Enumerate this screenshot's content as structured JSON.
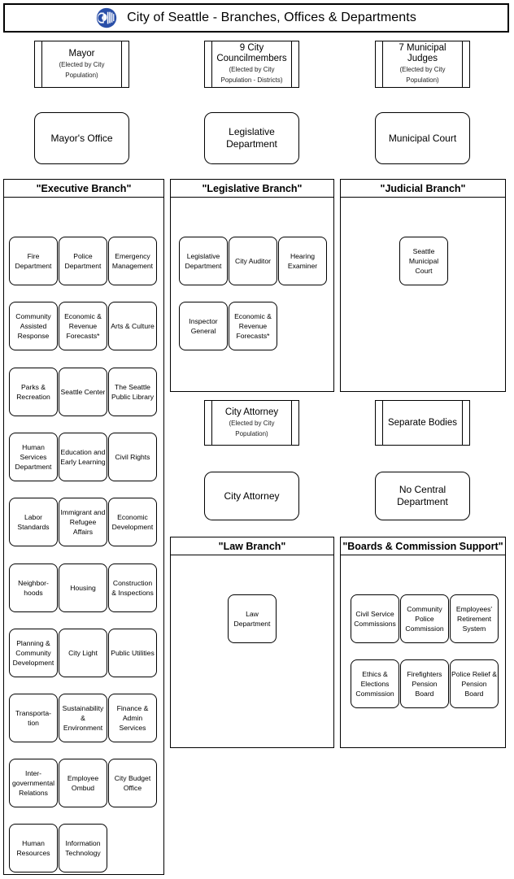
{
  "header": {
    "logo_icon": "seattle-city-seal-icon",
    "title": "City of Seattle - Branches, Offices & Departments",
    "logo_color": "#2a4fa8"
  },
  "elected_row": [
    {
      "name": "mayor",
      "title": "Mayor",
      "sub_line1": "(Elected by City",
      "sub_line2": "Population)"
    },
    {
      "name": "city-councilmembers",
      "title": "9 City Councilmembers",
      "sub_line1": "(Elected by City",
      "sub_line2": "Population - Districts)"
    },
    {
      "name": "municipal-judges",
      "title": "7 Municipal Judges",
      "sub_line1": "(Elected by City",
      "sub_line2": "Population)"
    }
  ],
  "office_row": [
    {
      "name": "mayors-office",
      "label": "Mayor's Office"
    },
    {
      "name": "legislative-department",
      "label": "Legislative Department"
    },
    {
      "name": "municipal-court",
      "label": "Municipal Court"
    }
  ],
  "branches": {
    "executive": {
      "title": "\"Executive Branch\"",
      "rows": [
        [
          "Fire Department",
          "Police Department",
          "Emergency Management"
        ],
        [
          "Community Assisted Response",
          "Economic & Revenue Forecasts*",
          "Arts & Culture"
        ],
        [
          "Parks & Recreation",
          "Seattle Center",
          "The Seattle Public Library"
        ],
        [
          "Human Services Department",
          "Education and Early Learning",
          "Civil Rights"
        ],
        [
          "Labor Standards",
          "Immigrant and Refugee Affairs",
          "Economic Development"
        ],
        [
          "Neighbor-hoods",
          "Housing",
          "Construction & Inspections"
        ],
        [
          "Planning & Community Development",
          "City Light",
          "Public Utilities"
        ],
        [
          "Transporta-tion",
          "Sustainability & Environment",
          "Finance & Admin Services"
        ],
        [
          "Inter-governmental Relations",
          "Employee Ombud",
          "City Budget Office"
        ],
        [
          "Human Resources",
          "Information Technology"
        ]
      ]
    },
    "legislative": {
      "title": "\"Legislative Branch\"",
      "rows": [
        [
          "Legislative Department",
          "City Auditor",
          "Hearing Examiner"
        ],
        [
          "Inspector General",
          "Economic & Revenue Forecasts*"
        ]
      ]
    },
    "judicial": {
      "title": "\"Judicial Branch\"",
      "rows": [
        [
          "Seattle Municipal Court"
        ]
      ]
    },
    "law": {
      "title": "\"Law Branch\"",
      "rows": [
        [
          "Law Department"
        ]
      ]
    },
    "boards": {
      "title": "\"Boards & Commission Support\"",
      "rows": [
        [
          "Civil Service Commissions",
          "Community Police Commission",
          "Employees' Retirement System"
        ],
        [
          "Ethics & Elections Commission",
          "Firefighters Pension Board",
          "Police Relief & Pension Board"
        ]
      ]
    }
  },
  "attorney": {
    "elected": {
      "title": "City Attorney",
      "sub_line1": "(Elected by City",
      "sub_line2": "Population)"
    },
    "department": {
      "label": "City Attorney"
    }
  },
  "judicial_separate": {
    "elected": {
      "title": "Separate Bodies",
      "sub_line1": "",
      "sub_line2": ""
    },
    "department": {
      "label": "No Central Department"
    }
  }
}
